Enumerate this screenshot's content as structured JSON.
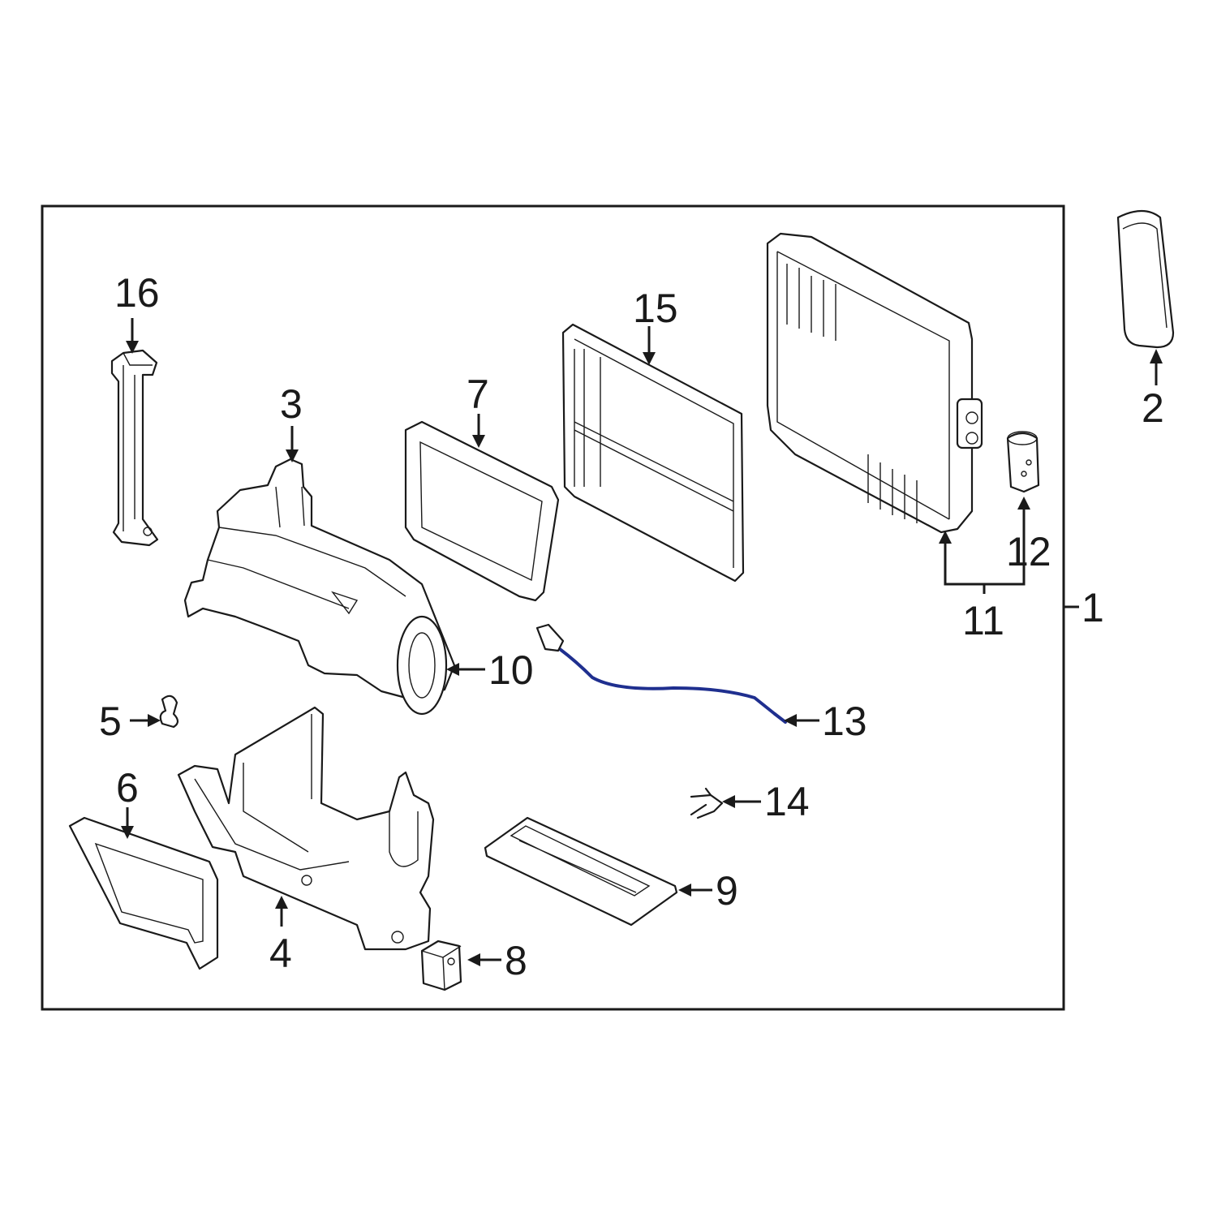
{
  "colors": {
    "line": "#1a1a1a",
    "highlight": "#1f2f8f",
    "background": "#ffffff"
  },
  "callouts": [
    {
      "id": "1",
      "label": "1"
    },
    {
      "id": "2",
      "label": "2"
    },
    {
      "id": "3",
      "label": "3"
    },
    {
      "id": "4",
      "label": "4"
    },
    {
      "id": "5",
      "label": "5"
    },
    {
      "id": "6",
      "label": "6"
    },
    {
      "id": "7",
      "label": "7"
    },
    {
      "id": "8",
      "label": "8"
    },
    {
      "id": "9",
      "label": "9"
    },
    {
      "id": "10",
      "label": "10"
    },
    {
      "id": "11",
      "label": "11"
    },
    {
      "id": "12",
      "label": "12"
    },
    {
      "id": "13",
      "label": "13",
      "highlighted": true
    },
    {
      "id": "14",
      "label": "14"
    },
    {
      "id": "15",
      "label": "15"
    },
    {
      "id": "16",
      "label": "16"
    }
  ]
}
